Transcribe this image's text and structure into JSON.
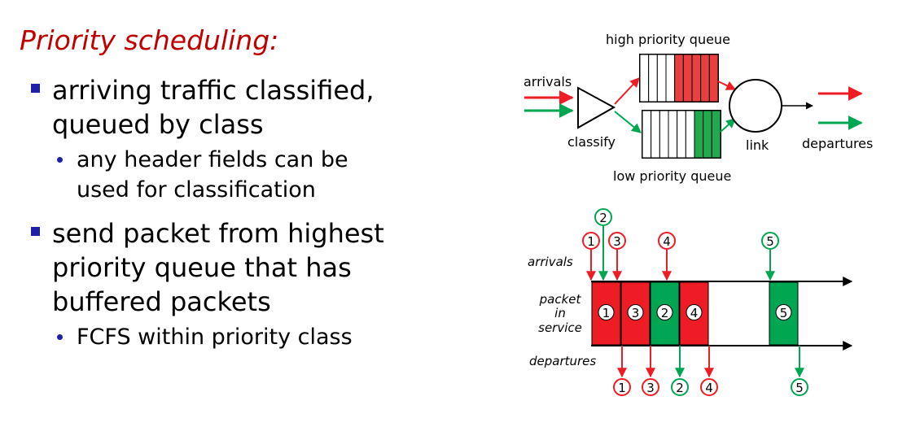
{
  "slide": {
    "title": "Priority scheduling:",
    "bullet1": {
      "text": "arriving traffic classified, queued by class",
      "line1": "arriving traffic classified,",
      "line2": "queued by class",
      "sub": {
        "line1": "any header fields can be",
        "line2": "used for classification"
      }
    },
    "bullet2": {
      "line1": "send packet from highest",
      "line2": "priority queue that has",
      "line3": "buffered packets",
      "sub": {
        "line1": "FCFS within priority class"
      }
    }
  },
  "queue_diagram": {
    "arrivals_label": "arrivals",
    "classify_label": "classify",
    "high_queue_label": "high priority queue",
    "low_queue_label": "low priority queue",
    "link_label": "link",
    "departures_label": "departures",
    "high_filled_slots": 5,
    "high_total_slots": 9,
    "low_filled_slots": 3,
    "low_total_slots": 9
  },
  "timeline": {
    "arrivals_label": "arrivals",
    "service_label_lines": [
      "packet",
      "in",
      "service"
    ],
    "departures_label": "departures",
    "arrival_order": [
      "1",
      "2",
      "3",
      "4",
      "5"
    ],
    "service_order": [
      "1",
      "3",
      "2",
      "4",
      "5"
    ],
    "departure_order": [
      "1",
      "3",
      "2",
      "4",
      "5"
    ]
  },
  "colors": {
    "title": "#c00000",
    "bullet_marker": "#1f1fa8",
    "high_priority": "#ee1c25",
    "low_priority": "#00a651",
    "queue_fill_red": "#e84040",
    "queue_fill_green": "#1faa4f"
  }
}
